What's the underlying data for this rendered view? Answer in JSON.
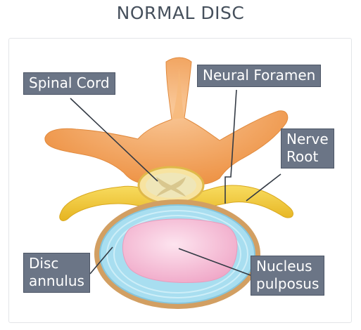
{
  "title": "NORMAL DISC",
  "labels": {
    "spinal_cord": "Spinal Cord",
    "neural_foramen": "Neural Foramen",
    "nerve_root_1": "Nerve",
    "nerve_root_2": "Root",
    "disc_annulus_1": "Disc",
    "disc_annulus_2": "annulus",
    "nucleus_pulposus_1": "Nucleus",
    "nucleus_pulposus_2": "pulposus"
  },
  "colors": {
    "bone": "#f4a55e",
    "nerve": "#f2c83a",
    "cord": "#efe4a2",
    "disc_outer": "#d2a062",
    "annulus": "#a8def0",
    "nucleus": "#f4b8d2",
    "label_bg": "#6b7586"
  }
}
